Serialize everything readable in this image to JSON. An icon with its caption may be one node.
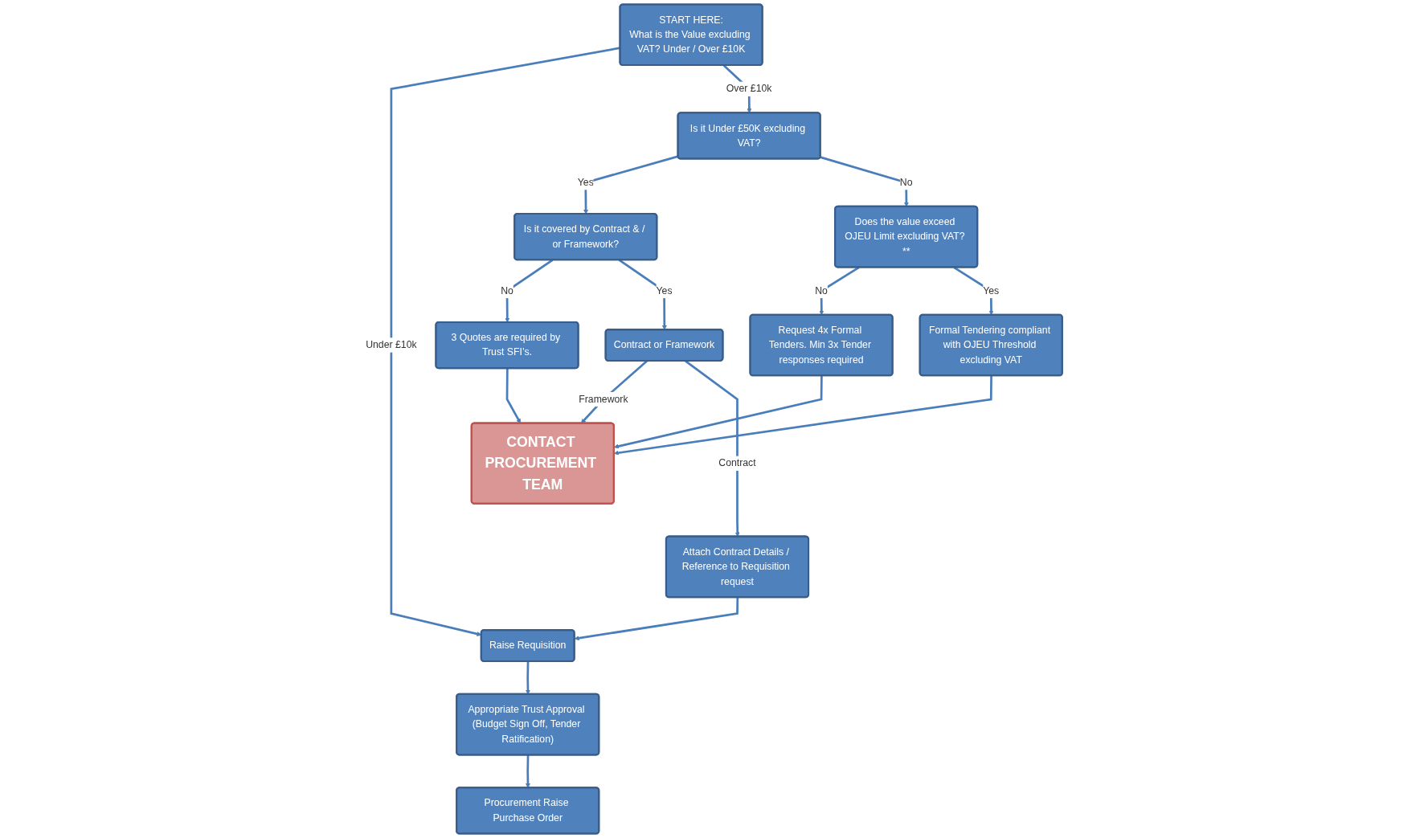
{
  "diagram": {
    "nodes": [
      {
        "text": [
          "START HERE:",
          "What is the Value excluding VAT? Under / Over £10K"
        ]
      },
      {
        "text": [
          "Is it Under £50K excluding VAT?"
        ]
      },
      {
        "text": [
          "Does the value exceed OJEU Limit excluding VAT? **"
        ]
      },
      {
        "text": [
          "Is it covered by Contract & / or Framework?"
        ]
      },
      {
        "text": [
          "3 Quotes are required by Trust SFI’s."
        ]
      },
      {
        "text": [
          "Request 4x Formal Tenders. Min 3x Tender responses required"
        ]
      },
      {
        "text": [
          "Formal Tendering compliant with OJEU Threshold excluding VAT"
        ]
      },
      {
        "text": [
          "Contract or Framework"
        ]
      },
      {
        "text": [
          "CONTACT PROCUREMENT TEAM"
        ]
      },
      {
        "text": [
          "Attach Contract Details / Reference to Requisition request"
        ]
      },
      {
        "text": [
          "Raise Requisition"
        ]
      },
      {
        "text": [
          "Appropriate Trust Approval (Budget Sign Off, Tender Ratification)"
        ]
      },
      {
        "text": [
          "Procurement Raise Purchase Order"
        ]
      }
    ],
    "edges": [
      {
        "from": 0,
        "to": 10,
        "arrow": "to",
        "label": "Under £10k"
      },
      {
        "from": 0,
        "to": 1,
        "arrow": "to",
        "label": "Over £10k"
      },
      {
        "from": 1,
        "to": 3,
        "arrow": "to",
        "label": "Yes"
      },
      {
        "from": 1,
        "to": 2,
        "arrow": "to",
        "label": "No"
      },
      {
        "from": 2,
        "to": 5,
        "arrow": "to",
        "label": "No"
      },
      {
        "from": 2,
        "to": 6,
        "arrow": "to",
        "label": "Yes"
      },
      {
        "from": 3,
        "to": 4,
        "arrow": "to",
        "label": "No"
      },
      {
        "from": 3,
        "to": 7,
        "arrow": "to",
        "label": "Yes"
      },
      {
        "from": 4,
        "to": 8,
        "arrow": "to"
      },
      {
        "from": 5,
        "to": 8,
        "arrow": "to"
      },
      {
        "from": 7,
        "to": 8,
        "arrow": "to",
        "label": "Framework"
      },
      {
        "from": 6,
        "to": 8,
        "arrow": "to"
      },
      {
        "from": 7,
        "to": 9,
        "arrow": "to",
        "label": "Contract"
      },
      {
        "from": 9,
        "to": 10,
        "arrow": "to"
      },
      {
        "from": 10,
        "to": 11,
        "arrow": "to"
      },
      {
        "from": 11,
        "to": 12,
        "arrow": "to"
      }
    ]
  }
}
